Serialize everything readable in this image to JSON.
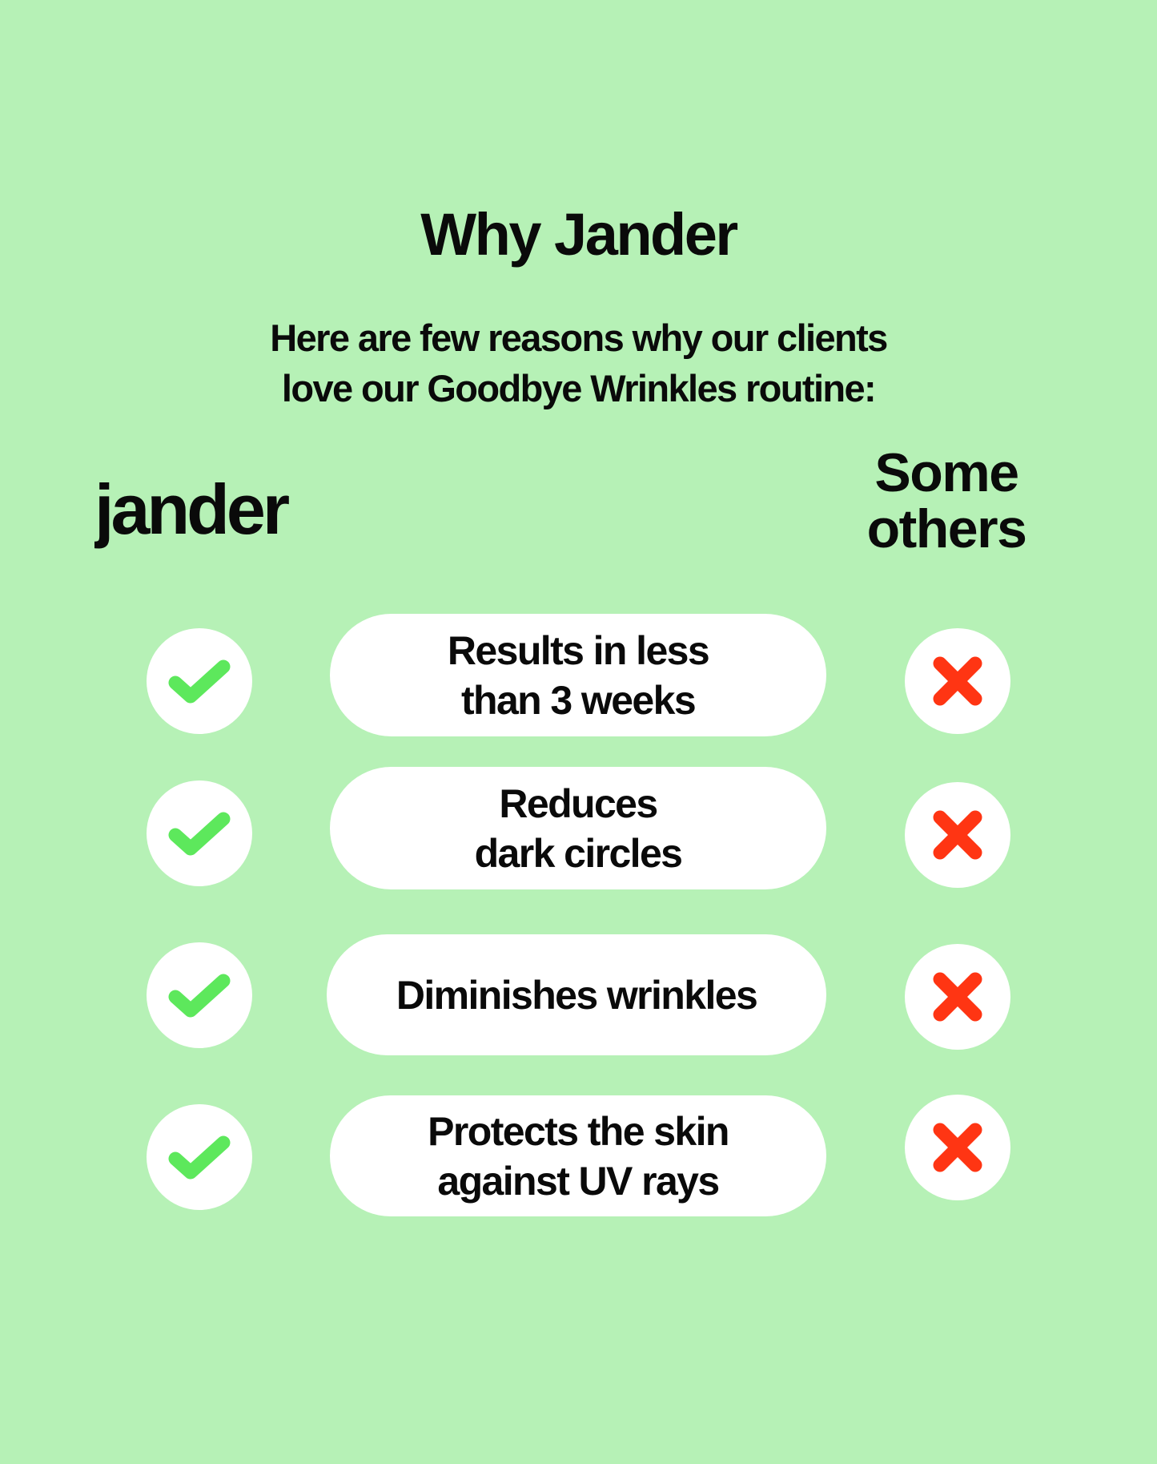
{
  "header": {
    "title": "Why Jander",
    "subtitle_lines": [
      "Here are few reasons why our clients",
      "love our Goodbye Wrinkles routine:"
    ]
  },
  "columns": {
    "brand_logo": "jander",
    "competitor_lines": [
      "Some",
      "others"
    ]
  },
  "colors": {
    "background": "#b6f1b6",
    "card": "#ffffff",
    "check": "#5de85c",
    "cross": "#ff3513",
    "text": "#0a0a0a"
  },
  "icons": {
    "brand_icon": "check-icon",
    "competitor_icon": "cross-icon"
  },
  "rows": [
    {
      "lines": [
        "Results in less",
        "than 3 weeks"
      ],
      "jander": true,
      "others": false
    },
    {
      "lines": [
        "Reduces",
        "dark circles"
      ],
      "jander": true,
      "others": false
    },
    {
      "lines": [
        "Diminishes wrinkles"
      ],
      "jander": true,
      "others": false
    },
    {
      "lines": [
        "Protects the skin",
        "against UV rays"
      ],
      "jander": true,
      "others": false
    }
  ]
}
